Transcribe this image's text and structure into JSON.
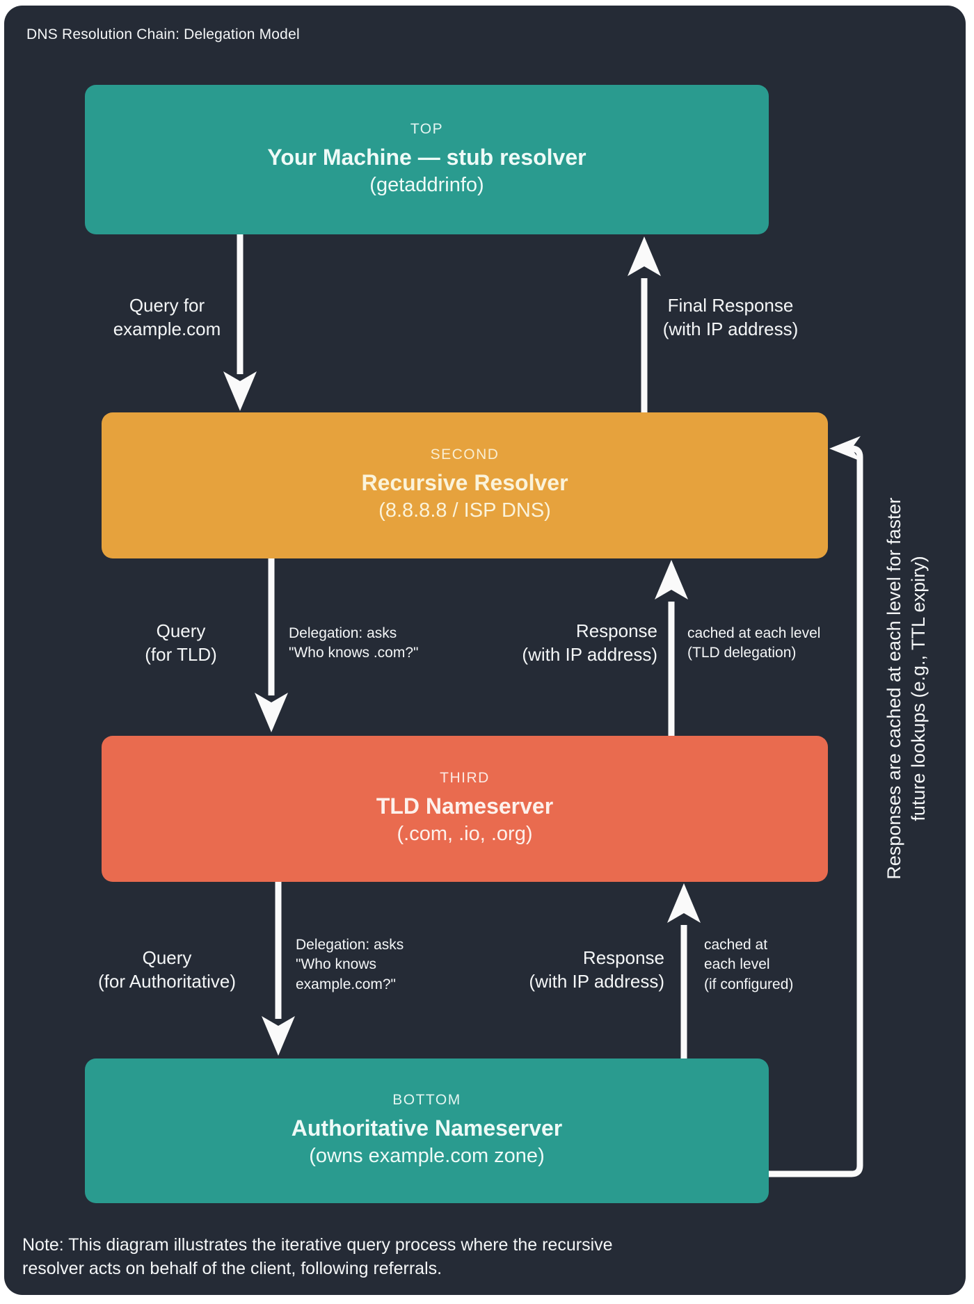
{
  "title": "DNS Resolution Chain: Delegation Model",
  "colors": {
    "page_bg": "#ffffff",
    "panel_bg": "#252b36",
    "teal": "#2a9b8f",
    "orange": "#e6a23d",
    "coral": "#e96b4f",
    "arrow": "#fafafa",
    "text": "#f4f6f7"
  },
  "nodes": [
    {
      "tag": "TOP",
      "title": "Your Machine — stub resolver",
      "subtitle": "(getaddrinfo)"
    },
    {
      "tag": "SECOND",
      "title": "Recursive Resolver",
      "subtitle": "(8.8.8.8 / ISP DNS)"
    },
    {
      "tag": "THIRD",
      "title": "TLD Nameserver",
      "subtitle": "(.com, .io, .org)"
    },
    {
      "tag": "BOTTOM",
      "title": "Authoritative Nameserver",
      "subtitle": "(owns example.com zone)"
    }
  ],
  "labels": {
    "query1": "Query for\nexample.com",
    "final_response": "Final Response\n(with IP address)",
    "query2": "Query\n(for TLD)",
    "delegation2": "Delegation: asks\n\"Who knows .com?\"",
    "response2": "Response\n(with IP address)",
    "cached2": "cached at each level\n(TLD delegation)",
    "query3": "Query\n(for Authoritative)",
    "delegation3": "Delegation: asks\n\"Who knows\nexample.com?\"",
    "response3": "Response\n(with IP address)",
    "cached3": "cached at\neach level\n(if configured)",
    "cache_loop": "Responses are cached at each level for faster\nfuture lookups (e.g., TTL expiry)",
    "note": "Note: This diagram illustrates the iterative query process where the recursive\nresolver acts on behalf of the client, following referrals."
  }
}
